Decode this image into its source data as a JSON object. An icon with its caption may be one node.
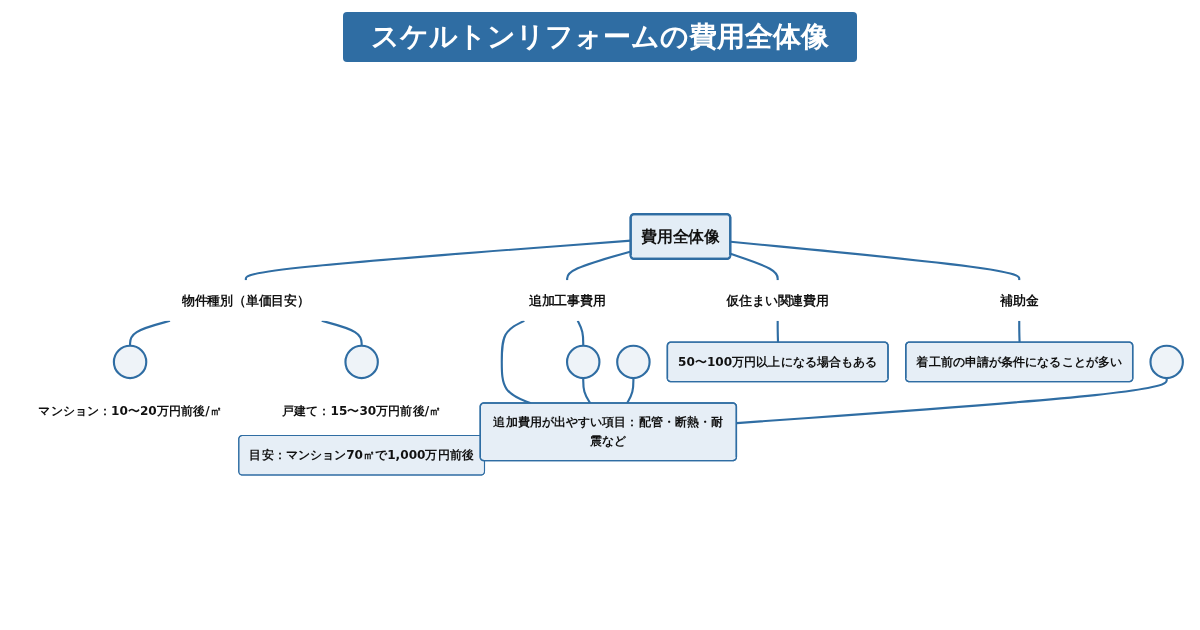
{
  "diagram": {
    "title": "スケルトンリフォームの費用全体像",
    "nodes": [
      {
        "text": [
          "費用全体像"
        ]
      },
      {
        "text": [
          "物件種別（単価目安）"
        ]
      },
      {
        "text": [],
        "shape": "circle",
        "beside": [
          "マンション：10〜20万円前後/㎡"
        ]
      },
      {
        "text": [],
        "shape": "circle",
        "beside": [
          "戸建て：15〜30万円前後/㎡"
        ]
      },
      {
        "text": [
          "目安：マンション70㎡で1,000万円前後"
        ]
      },
      {
        "text": [
          "追加工事費用"
        ]
      },
      {
        "text": [],
        "shape": "circle"
      },
      {
        "text": [],
        "shape": "circle"
      },
      {
        "text": [],
        "shape": "circle"
      },
      {
        "text": [
          "追加費用が出やすい項目：配管・断熱・耐震など"
        ]
      },
      {
        "text": [
          "仮住まい関連費用"
        ]
      },
      {
        "text": [
          "50〜100万円以上になる場合もある"
        ]
      },
      {
        "text": [
          "補助金"
        ]
      },
      {
        "text": [
          "着工前の申請が条件になることが多い"
        ]
      }
    ],
    "edges": [
      {
        "from": 0,
        "to": 1,
        "arrow": "none"
      },
      {
        "from": 1,
        "to": 2,
        "arrow": "none"
      },
      {
        "from": 1,
        "to": 3,
        "arrow": "none"
      },
      {
        "from": 0,
        "to": 5,
        "arrow": "none"
      },
      {
        "from": 5,
        "to": 6,
        "arrow": "none"
      },
      {
        "from": 5,
        "to": 9,
        "arrow": "none"
      },
      {
        "from": 6,
        "to": 9,
        "arrow": "none"
      },
      {
        "from": 7,
        "to": 9,
        "arrow": "none"
      },
      {
        "from": 8,
        "to": 9,
        "arrow": "none"
      },
      {
        "from": 0,
        "to": 10,
        "arrow": "none"
      },
      {
        "from": 10,
        "to": 11,
        "arrow": "none"
      },
      {
        "from": 0,
        "to": 12,
        "arrow": "none"
      },
      {
        "from": 12,
        "to": 13,
        "arrow": "none"
      }
    ]
  }
}
